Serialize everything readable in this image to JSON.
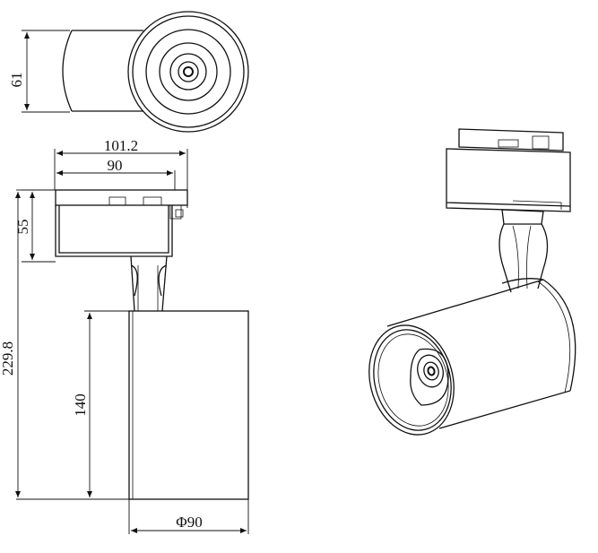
{
  "dimensions": {
    "top_height": "61",
    "overall_width": "101.2",
    "body_width": "90",
    "adapter_height": "55",
    "total_height": "229.8",
    "cylinder_height": "140",
    "diameter": "Φ90"
  },
  "colors": {
    "line": "#111111",
    "background": "#ffffff"
  }
}
